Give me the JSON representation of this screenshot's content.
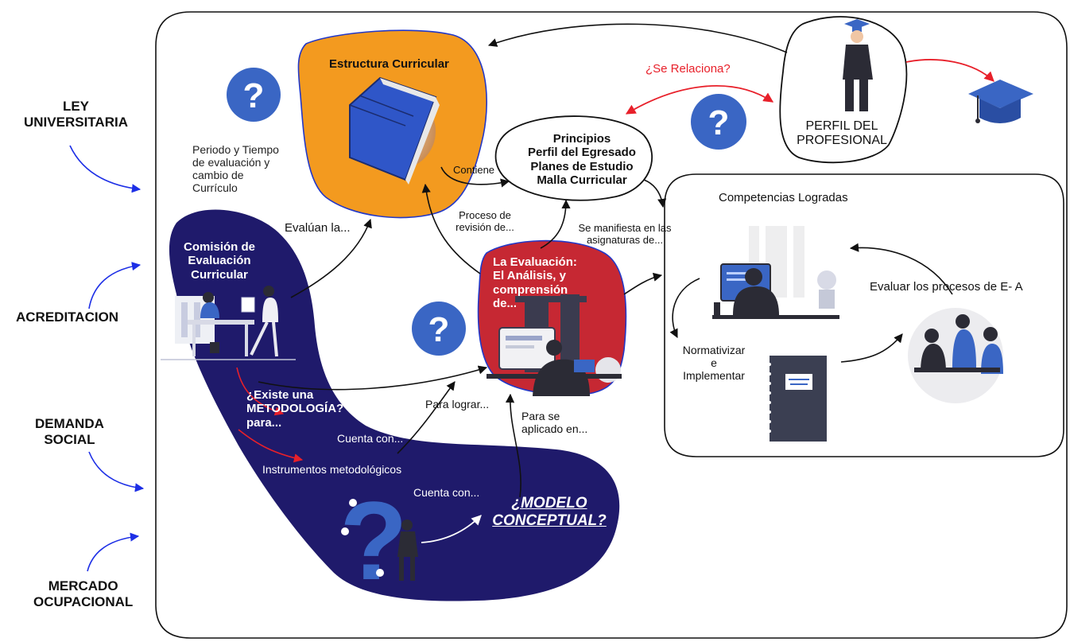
{
  "colors": {
    "navy": "#1f1a6b",
    "orange": "#f39a1f",
    "red": "#c62833",
    "blue_icon": "#3a66c4",
    "arrow_red": "#e8202a",
    "arrow_blue": "#1d2fe6"
  },
  "side": {
    "ley": "LEY\nUNIVERSITARIA",
    "acreditacion": "ACREDITACION",
    "demanda": "DEMANDA\nSOCIAL",
    "mercado": "MERCADO\nOCUPACIONAL"
  },
  "estructura": {
    "title": "Estructura Curricular",
    "icon": "book-icon"
  },
  "periodo": "Periodo y Tiempo\nde evaluación y\ncambio de\nCurrículo",
  "contiene": "Contiene",
  "principios": "Principios\nPerfil del Egresado\nPlanes de Estudio\nMalla Curricular",
  "se_relaciona": "¿Se Relaciona?",
  "perfil": "PERFIL DEL\nPROFESIONAL",
  "evaluan": "Evalúan la...",
  "proceso": "Proceso de\nrevisión de...",
  "se_manifiesta": "Se manifiesta en las\nasignaturas de...",
  "competencias": {
    "title": "Competencias Logradas",
    "normativizar": "Normativizar\ne\nImplementar",
    "evaluar": "Evaluar los procesos de E- A"
  },
  "comision": "Comisión de\nEvaluación\nCurricular",
  "evaluacion": "La Evaluación:\nEl Análisis, y\ncomprensión\nde...",
  "existe": "¿Existe una\nMETODOLOGÍA?\npara...",
  "cuenta1": "Cuenta con...",
  "cuenta2": "Cuenta con...",
  "para_lograr": "Para lograr...",
  "para_aplicado": "Para se\naplicado en...",
  "instrumentos": "Instrumentos metodológicos",
  "modelo": "¿MODELO\nCONCEPTUAL?"
}
